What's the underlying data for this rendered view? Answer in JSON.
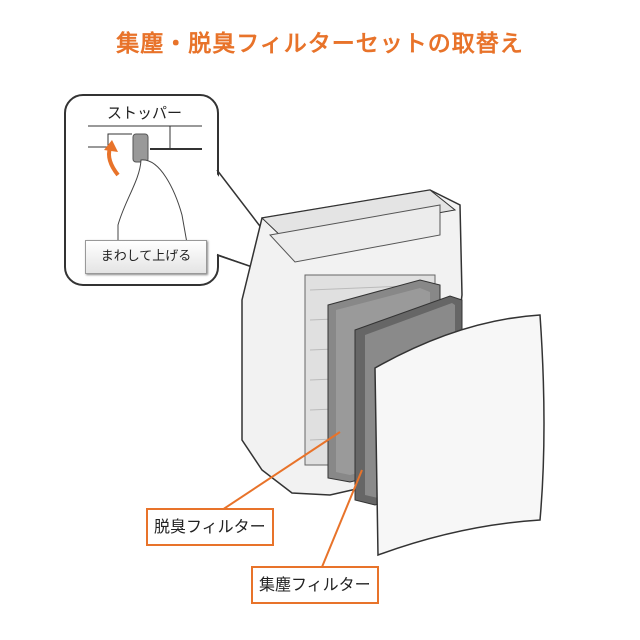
{
  "title": "集塵・脱臭フィルターセットの取替え",
  "callout": {
    "stopper_label": "ストッパー",
    "instruction": "まわして上げる"
  },
  "labels": {
    "deodorizing_filter": "脱臭フィルター",
    "dust_filter": "集塵フィルター"
  },
  "colors": {
    "accent": "#e8732a"
  }
}
